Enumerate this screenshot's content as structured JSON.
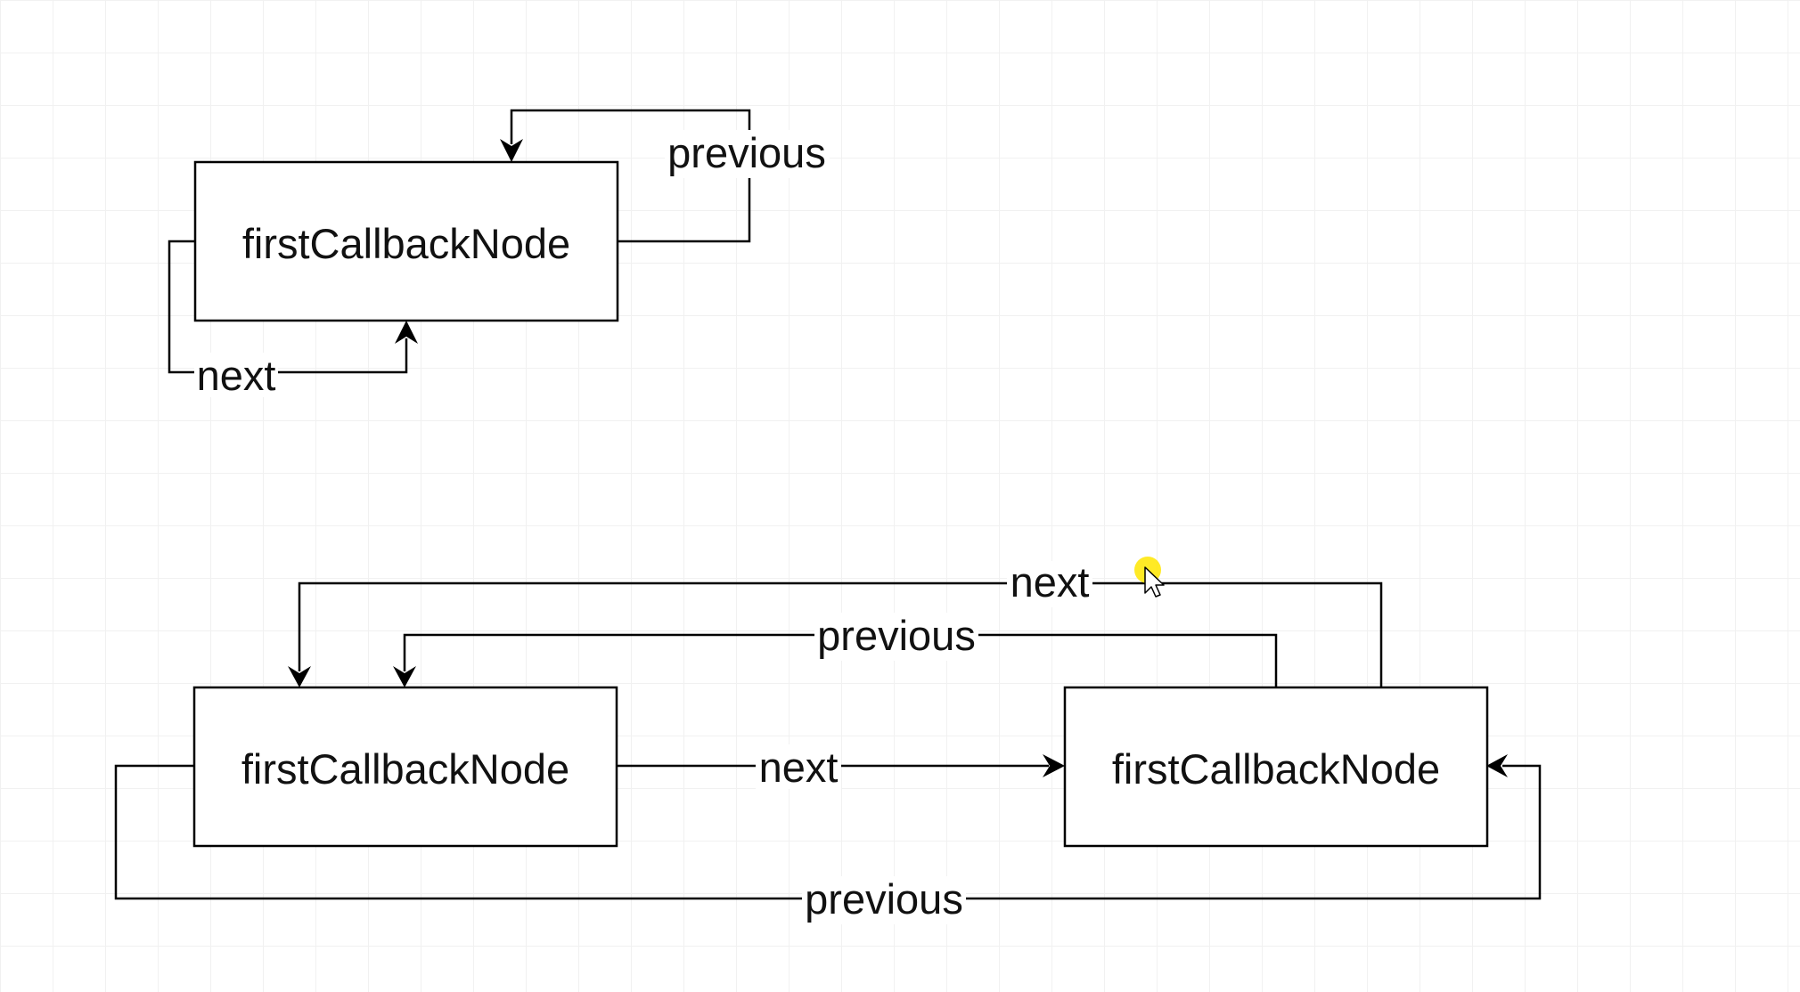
{
  "diagrams": {
    "single_node": {
      "node": {
        "label": "firstCallbackNode"
      },
      "edges": {
        "previous": {
          "label": "previous"
        },
        "next": {
          "label": "next"
        }
      }
    },
    "two_nodes": {
      "left_node": {
        "label": "firstCallbackNode"
      },
      "right_node": {
        "label": "firstCallbackNode"
      },
      "edges": {
        "top_next": {
          "label": "next"
        },
        "top_previous": {
          "label": "previous"
        },
        "middle_next": {
          "label": "next"
        },
        "bottom_previous": {
          "label": "previous"
        }
      }
    }
  },
  "colors": {
    "stroke": "#000000",
    "grid": "#f1f1f1",
    "cursor_highlight": "#ffe600"
  },
  "icons": {
    "cursor": "mouse-pointer-icon"
  }
}
